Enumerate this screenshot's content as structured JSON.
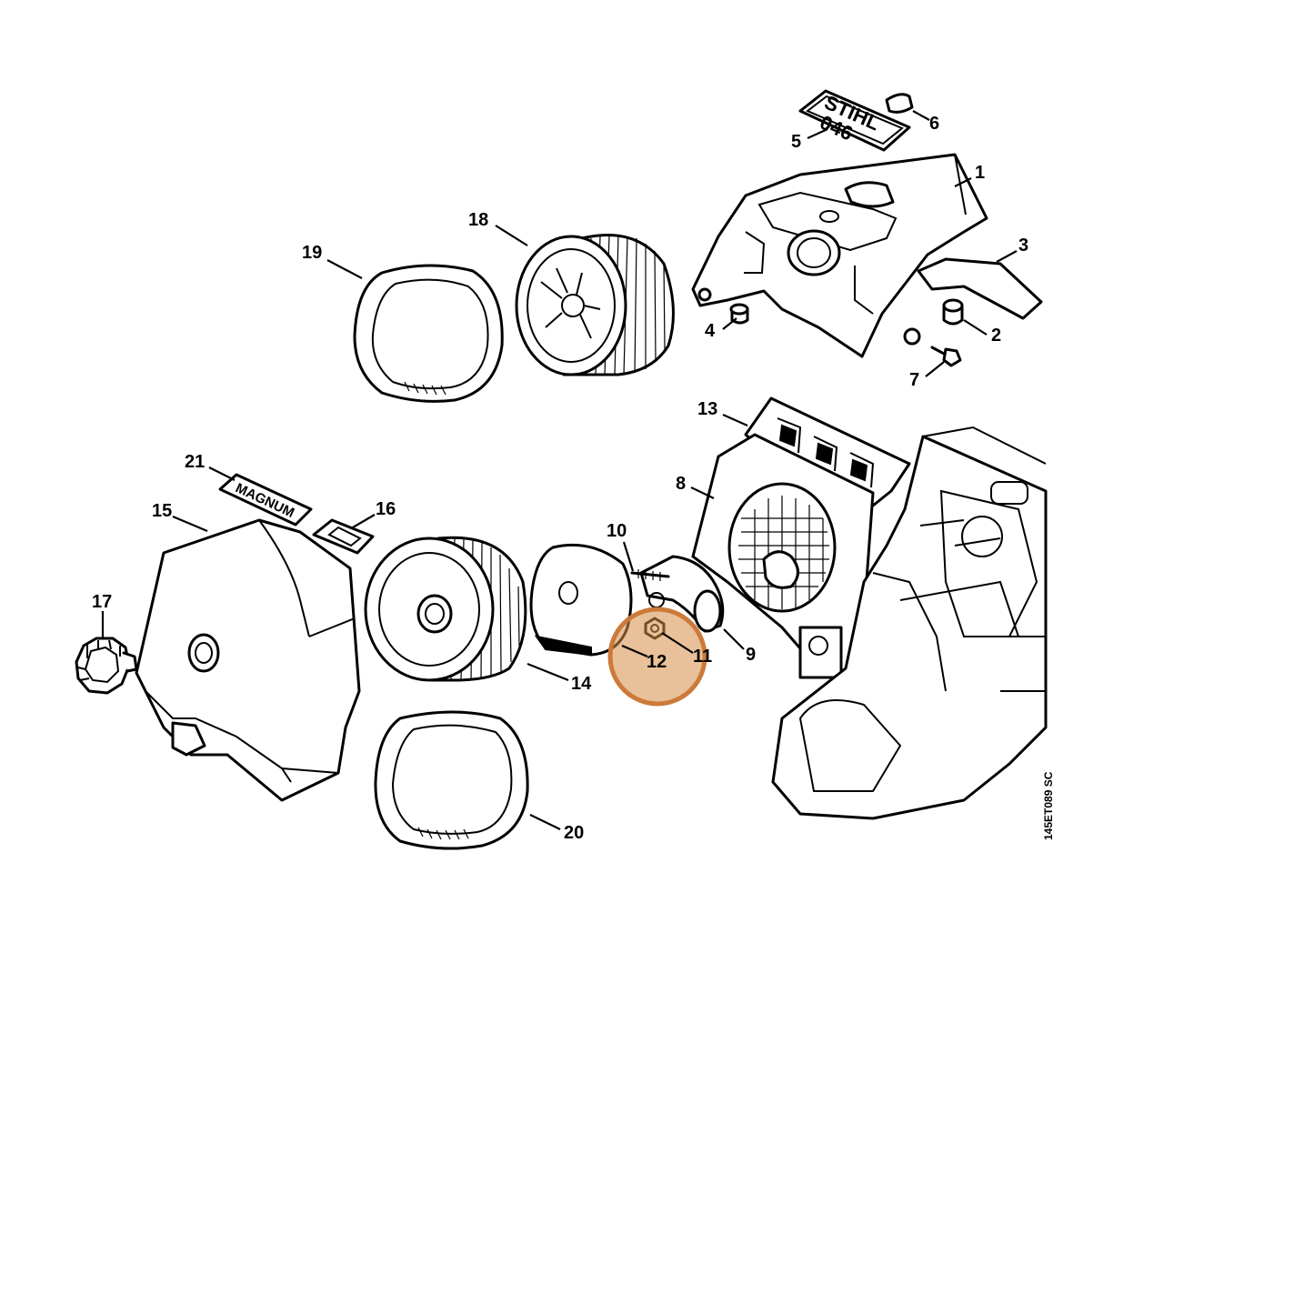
{
  "diagram": {
    "decals": {
      "stihl_brand": "STIHL",
      "stihl_model": "046",
      "magnum": "MAGNUM"
    },
    "reference_code": "145ET089 SC",
    "callouts": [
      {
        "id": "1",
        "label": "1"
      },
      {
        "id": "2",
        "label": "2"
      },
      {
        "id": "3",
        "label": "3"
      },
      {
        "id": "4",
        "label": "4"
      },
      {
        "id": "5",
        "label": "5"
      },
      {
        "id": "6",
        "label": "6"
      },
      {
        "id": "7",
        "label": "7"
      },
      {
        "id": "8",
        "label": "8"
      },
      {
        "id": "9",
        "label": "9"
      },
      {
        "id": "10",
        "label": "10"
      },
      {
        "id": "11",
        "label": "11"
      },
      {
        "id": "12",
        "label": "12"
      },
      {
        "id": "13",
        "label": "13"
      },
      {
        "id": "14",
        "label": "14"
      },
      {
        "id": "15",
        "label": "15"
      },
      {
        "id": "16",
        "label": "16"
      },
      {
        "id": "17",
        "label": "17"
      },
      {
        "id": "18",
        "label": "18"
      },
      {
        "id": "19",
        "label": "19"
      },
      {
        "id": "20",
        "label": "20"
      },
      {
        "id": "21",
        "label": "21"
      }
    ],
    "highlighted_part": "12",
    "highlight_color": "#cc7a3a"
  }
}
